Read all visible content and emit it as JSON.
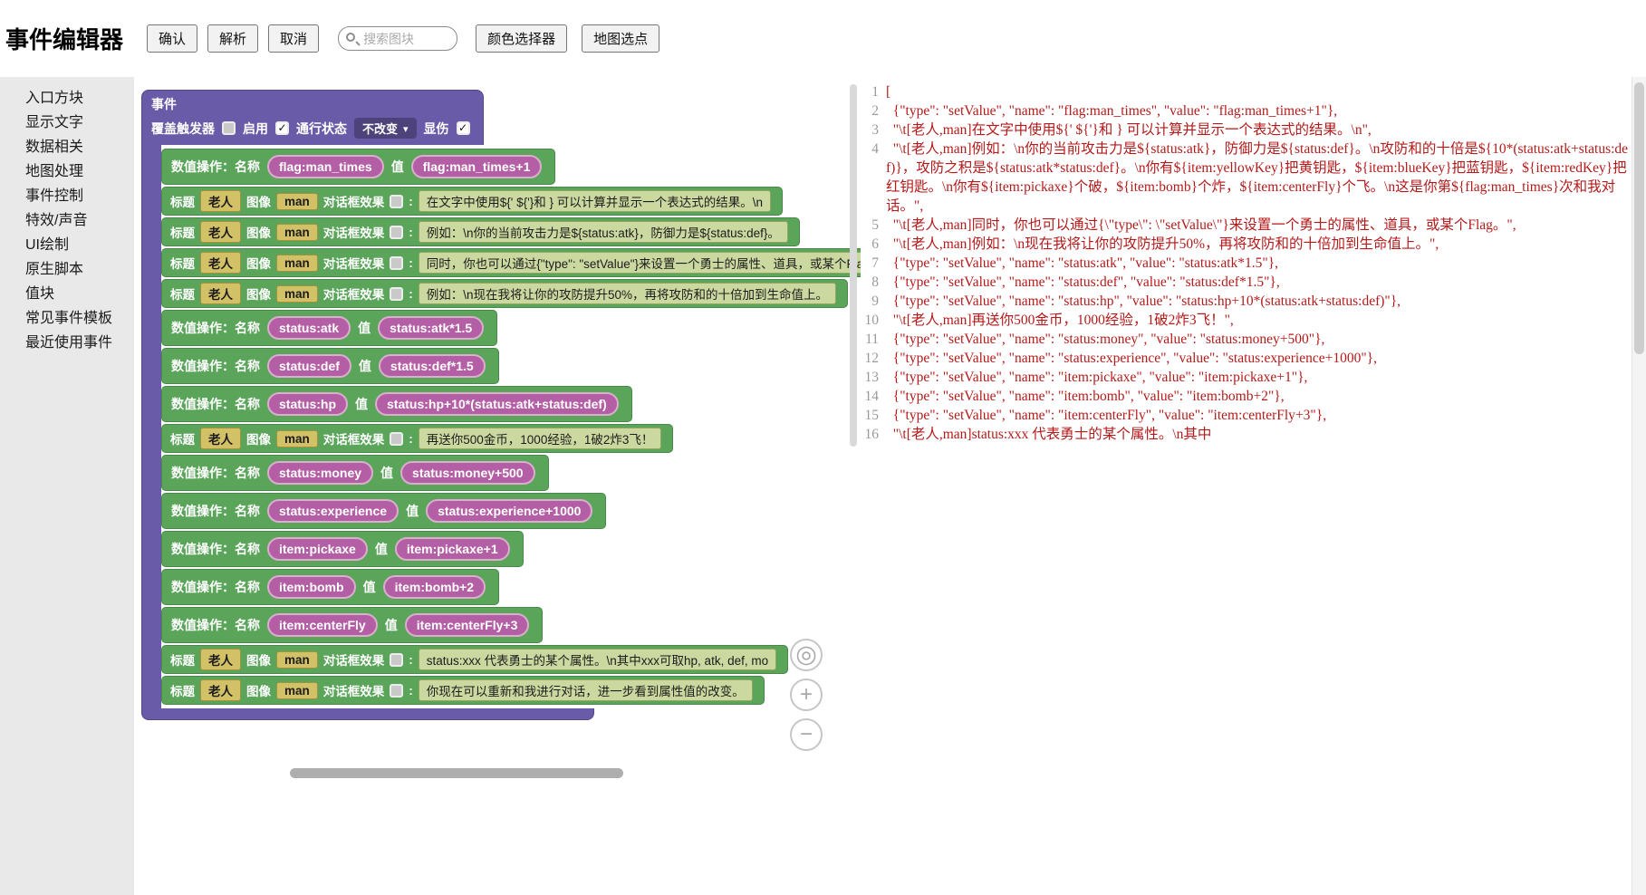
{
  "header": {
    "title": "事件编辑器",
    "confirm": "确认",
    "parse": "解析",
    "cancel": "取消",
    "search_placeholder": "搜索图块",
    "color_picker": "颜色选择器",
    "map_select": "地图选点"
  },
  "sidebar": {
    "items": [
      {
        "label": "入口方块"
      },
      {
        "label": "显示文字"
      },
      {
        "label": "数据相关"
      },
      {
        "label": "地图处理"
      },
      {
        "label": "事件控制"
      },
      {
        "label": "特效/声音"
      },
      {
        "label": "UI绘制"
      },
      {
        "label": "原生脚本"
      },
      {
        "label": "值块"
      },
      {
        "label": "常见事件模板"
      },
      {
        "label": "最近使用事件"
      }
    ]
  },
  "canvas": {
    "container": {
      "title": "事件",
      "trigger_label": "覆盖触发器",
      "trigger_checked": false,
      "enable_label": "启用",
      "enable_checked": true,
      "pass_label": "通行状态",
      "pass_value": "不改变",
      "damage_label": "显伤",
      "damage_checked": true
    },
    "setvalue_labels": {
      "name": "数值操作：名称",
      "value": "值"
    },
    "dialog_labels": {
      "title": "标题",
      "image": "图像",
      "effect": "对话框效果",
      "colon": ":"
    },
    "blocks": [
      {
        "kind": "setvalue",
        "name": "flag:man_times",
        "value": "flag:man_times+1"
      },
      {
        "kind": "dialog",
        "title": "老人",
        "image": "man",
        "text": "在文字中使用${' ${'}和 } 可以计算并显示一个表达式的结果。\\n"
      },
      {
        "kind": "dialog",
        "title": "老人",
        "image": "man",
        "text": "例如：\\n你的当前攻击力是${status:atk}，防御力是${status:def}。"
      },
      {
        "kind": "dialog",
        "title": "老人",
        "image": "man",
        "text": "同时，你也可以通过{\"type\": \"setValue\"}来设置一个勇士的属性、道具，或某个Flag。"
      },
      {
        "kind": "dialog",
        "title": "老人",
        "image": "man",
        "text": "例如：\\n现在我将让你的攻防提升50%，再将攻防和的十倍加到生命值上。"
      },
      {
        "kind": "setvalue",
        "name": "status:atk",
        "value": "status:atk*1.5"
      },
      {
        "kind": "setvalue",
        "name": "status:def",
        "value": "status:def*1.5"
      },
      {
        "kind": "setvalue",
        "name": "status:hp",
        "value": "status:hp+10*(status:atk+status:def)"
      },
      {
        "kind": "dialog",
        "title": "老人",
        "image": "man",
        "text": "再送你500金币，1000经验，1破2炸3飞！"
      },
      {
        "kind": "setvalue",
        "name": "status:money",
        "value": "status:money+500"
      },
      {
        "kind": "setvalue",
        "name": "status:experience",
        "value": "status:experience+1000"
      },
      {
        "kind": "setvalue",
        "name": "item:pickaxe",
        "value": "item:pickaxe+1"
      },
      {
        "kind": "setvalue",
        "name": "item:bomb",
        "value": "item:bomb+2"
      },
      {
        "kind": "setvalue",
        "name": "item:centerFly",
        "value": "item:centerFly+3"
      },
      {
        "kind": "dialog",
        "title": "老人",
        "image": "man",
        "text": "status:xxx 代表勇士的某个属性。\\n其中xxx可取hp, atk, def, mo"
      },
      {
        "kind": "dialog",
        "title": "老人",
        "image": "man",
        "text": "你现在可以重新和我进行对话，进一步看到属性值的改变。"
      }
    ],
    "zoom": {
      "reset_icon": "◎",
      "in_icon": "+",
      "out_icon": "−"
    }
  },
  "editor": {
    "lines": [
      {
        "num": 1,
        "text": "["
      },
      {
        "num": 2,
        "text": "  {\"type\": \"setValue\", \"name\": \"flag:man_times\", \"value\": \"flag:man_times+1\"},"
      },
      {
        "num": 3,
        "text": "  \"\\t[老人,man]在文字中使用${' ${'}和 } 可以计算并显示一个表达式的结果。\\n\","
      },
      {
        "num": 4,
        "text": "  \"\\t[老人,man]例如：\\n你的当前攻击力是${status:atk}，防御力是${status:def}。\\n攻防和的十倍是${10*(status:atk+status:def)}，攻防之积是${status:atk*status:def}。\\n你有${item:yellowKey}把黄钥匙，${item:blueKey}把蓝钥匙，${item:redKey}把红钥匙。\\n你有${item:pickaxe}个破，${item:bomb}个炸，${item:centerFly}个飞。\\n这是你第${flag:man_times}次和我对话。\","
      },
      {
        "num": 5,
        "text": "  \"\\t[老人,man]同时，你也可以通过{\\\"type\\\": \\\"setValue\\\"}来设置一个勇士的属性、道具，或某个Flag。\","
      },
      {
        "num": 6,
        "text": "  \"\\t[老人,man]例如：\\n现在我将让你的攻防提升50%，再将攻防和的十倍加到生命值上。\","
      },
      {
        "num": 7,
        "text": "  {\"type\": \"setValue\", \"name\": \"status:atk\", \"value\": \"status:atk*1.5\"},"
      },
      {
        "num": 8,
        "text": "  {\"type\": \"setValue\", \"name\": \"status:def\", \"value\": \"status:def*1.5\"},"
      },
      {
        "num": 9,
        "text": "  {\"type\": \"setValue\", \"name\": \"status:hp\", \"value\": \"status:hp+10*(status:atk+status:def)\"},"
      },
      {
        "num": 10,
        "text": "  \"\\t[老人,man]再送你500金币，1000经验，1破2炸3飞！\","
      },
      {
        "num": 11,
        "text": "  {\"type\": \"setValue\", \"name\": \"status:money\", \"value\": \"status:money+500\"},"
      },
      {
        "num": 12,
        "text": "  {\"type\": \"setValue\", \"name\": \"status:experience\", \"value\": \"status:experience+1000\"},"
      },
      {
        "num": 13,
        "text": "  {\"type\": \"setValue\", \"name\": \"item:pickaxe\", \"value\": \"item:pickaxe+1\"},"
      },
      {
        "num": 14,
        "text": "  {\"type\": \"setValue\", \"name\": \"item:bomb\", \"value\": \"item:bomb+2\"},"
      },
      {
        "num": 15,
        "text": "  {\"type\": \"setValue\", \"name\": \"item:centerFly\", \"value\": \"item:centerFly+3\"},"
      },
      {
        "num": 16,
        "text": "  \"\\t[老人,man]status:xxx 代表勇士的某个属性。\\n其中"
      }
    ]
  }
}
